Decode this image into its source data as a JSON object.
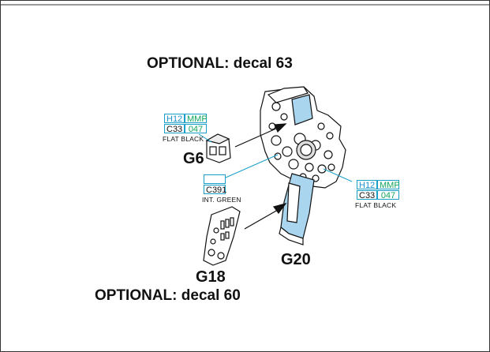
{
  "headings": {
    "top": "OPTIONAL: decal 63",
    "bottom": "OPTIONAL: decal 60"
  },
  "parts": {
    "g6": "G6",
    "g18": "G18",
    "g20": "G20"
  },
  "paint_left": {
    "hobby_code": "H12",
    "brand": "MMP",
    "c_code": "C33",
    "number": "047",
    "name": "FLAT BLACK"
  },
  "paint_middle": {
    "c_code": "C391",
    "name": "INT. GREEN"
  },
  "paint_right": {
    "hobby_code": "H12",
    "brand": "MMP",
    "c_code": "C33",
    "number": "047",
    "name": "FLAT BLACK"
  },
  "colors": {
    "callout_line": "#1aa0c8",
    "blue_fill": "#a9d5ef",
    "mmp_green": "#12a55c",
    "hobby_blue": "#1a8fd0"
  }
}
